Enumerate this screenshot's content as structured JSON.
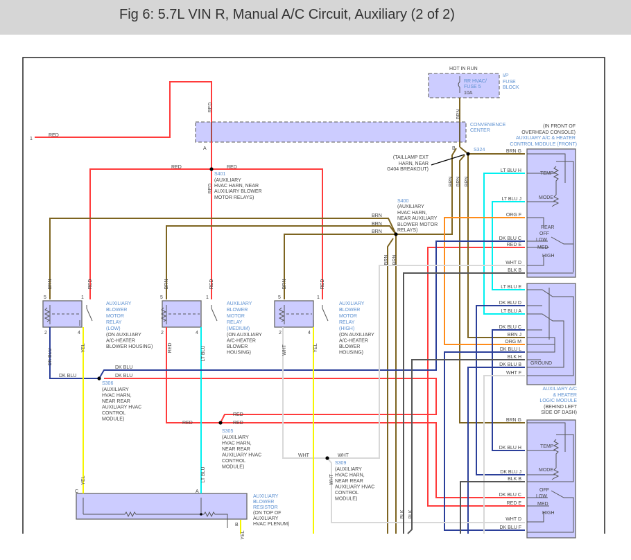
{
  "title": "Fig 6: 5.7L VIN R, Manual A/C Circuit, Auxiliary (2 of 2)",
  "wire_colors": {
    "RED": "#ff3b3b",
    "BRN": "#7d6420",
    "DKBLU": "#2b3f9a",
    "LTBLU": "#00f0f0",
    "YEL": "#f5f500",
    "ORG": "#ff8c1a",
    "WHT": "#d8d8d8",
    "BLK": "#555555"
  },
  "wires": {
    "RED": "RED",
    "BRN": "BRN",
    "DKBLU": "DK BLU",
    "LTBLU": "LT BLU",
    "YEL": "YEL",
    "ORG": "ORG",
    "WHT": "WHT",
    "BLK": "BLK"
  },
  "fuse_block": {
    "hot": "HOT IN RUN",
    "fuse": [
      "RR HVAC/",
      "FUSE 5"
    ],
    "amps": "10A",
    "name": [
      "I/P",
      "FUSE",
      "BLOCK"
    ]
  },
  "convenience_center": {
    "name": [
      "CONVENIENCE",
      "CENTER"
    ],
    "pin_a": "A",
    "pin_b": "B"
  },
  "input_ref": "1",
  "taillamp_note": [
    "(TAILLAMP EXT",
    "HARN, NEAR",
    "G404 BREAKOUT)"
  ],
  "splices": {
    "s324": {
      "id": "S324"
    },
    "s401": {
      "id": "S401",
      "desc": [
        "(AUXILIARY",
        "HVAC HARN, NEAR",
        "AUXILIARY BLOWER",
        "MOTOR RELAYS)"
      ]
    },
    "s400": {
      "id": "S400",
      "desc": [
        "(AUXILIARY",
        "HVAC HARN,",
        "NEAR AUXILIARY",
        "BLOWER MOTOR",
        "RELAYS)"
      ]
    },
    "s306": {
      "id": "S306",
      "desc": [
        "(AUXILIARY",
        "HVAC HARN,",
        "NEAR REAR",
        "AUXILIARY HVAC",
        "CONTROL",
        "MODULE)"
      ]
    },
    "s305": {
      "id": "S305",
      "desc": [
        "(AUXILIARY",
        "HVAC HARN,",
        "NEAR REAR",
        "AUXILIARY HVAC",
        "CONTROL",
        "MODULE)"
      ]
    },
    "s309": {
      "id": "S309",
      "desc": [
        "(AUXILIARY",
        "HVAC HARN,",
        "NEAR REAR",
        "AUXILIARY HVAC",
        "CONTROL",
        "MODULE)"
      ]
    }
  },
  "relays": [
    {
      "name": [
        "AUXILIARY",
        "BLOWER",
        "MOTOR",
        "RELAY",
        "(LOW)"
      ],
      "loc": [
        "(ON AUXILIARY",
        "A/C-HEATER",
        "BLOWER HOUSING)"
      ],
      "pins": [
        "5",
        "1",
        "2",
        "4"
      ]
    },
    {
      "name": [
        "AUXILIARY",
        "BLOWER",
        "MOTOR",
        "RELAY",
        "(MEDIUM)"
      ],
      "loc": [
        "(ON AUXILIARY",
        "A/C-HEATER",
        "BLOWER",
        "HOUSING)"
      ],
      "pins": [
        "5",
        "1",
        "2",
        "4"
      ]
    },
    {
      "name": [
        "AUXILIARY",
        "BLOWER",
        "MOTOR",
        "RELAY",
        "(HIGH)"
      ],
      "loc": [
        "(ON AUXILIARY",
        "A/C-HEATER",
        "BLOWER",
        "HOUSING)"
      ],
      "pins": [
        "5",
        "1",
        "2",
        "4"
      ]
    }
  ],
  "resistor": {
    "name": [
      "AUXILIARY",
      "BLOWER",
      "RESISTOR"
    ],
    "loc": [
      "(ON TOP OF",
      "AUXILIARY",
      "HVAC PLENUM)"
    ],
    "pins": [
      "C",
      "A",
      "B"
    ]
  },
  "front_module": {
    "loc": [
      "(IN FRONT OF",
      "OVERHEAD CONSOLE)"
    ],
    "name": [
      "AUXILIARY A/C & HEATER",
      "CONTROL MODULE (FRONT)"
    ],
    "pins": [
      {
        "wire": "BRN",
        "pin": "G"
      },
      {
        "wire": "LT BLU",
        "pin": "H"
      },
      {
        "wire": "LT BLU",
        "pin": "J"
      },
      {
        "wire": "ORG",
        "pin": "F"
      },
      {
        "wire": "DK BLU",
        "pin": "C"
      },
      {
        "wire": "RED",
        "pin": "E"
      },
      {
        "wire": "WHT",
        "pin": "D"
      },
      {
        "wire": "BLK",
        "pin": "B"
      }
    ],
    "labels": {
      "temp": "TEMP",
      "mode": "MODE",
      "rear": "REAR",
      "off": "OFF",
      "low": "LOW",
      "med": "MED",
      "high": "HIGH"
    }
  },
  "logic_module": {
    "name": [
      "AUXILIARY A/C",
      "& HEATER",
      "LOGIC MODULE"
    ],
    "loc": [
      "(BEHIND LEFT",
      "SIDE OF DASH)"
    ],
    "pins": [
      {
        "wire": "LT BLU",
        "pin": "E"
      },
      {
        "wire": "DK BLU",
        "pin": "D"
      },
      {
        "wire": "LT BLU",
        "pin": "A"
      },
      {
        "wire": "DK BLU",
        "pin": "C"
      },
      {
        "wire": "BRN",
        "pin": "J"
      },
      {
        "wire": "ORG",
        "pin": "M"
      },
      {
        "wire": "DK BLU",
        "pin": "L"
      },
      {
        "wire": "BLK",
        "pin": "H"
      },
      {
        "wire": "DK BLU",
        "pin": "B"
      },
      {
        "wire": "WHT",
        "pin": "F"
      }
    ],
    "ground": "GROUND"
  },
  "rear_module": {
    "pins": [
      {
        "wire": "BRN",
        "pin": "G"
      },
      {
        "wire": "DK BLU",
        "pin": "H"
      },
      {
        "wire": "DK BLU",
        "pin": "J"
      },
      {
        "wire": "BLK",
        "pin": "B"
      },
      {
        "wire": "DK BLU",
        "pin": "C"
      },
      {
        "wire": "RED",
        "pin": "E"
      },
      {
        "wire": "WHT",
        "pin": "D"
      },
      {
        "wire": "DK BLU",
        "pin": "F"
      }
    ],
    "labels": {
      "temp": "TEMP",
      "mode": "MODE",
      "off": "OFF",
      "low": "LOW",
      "med": "MED",
      "high": "HIGH"
    }
  }
}
